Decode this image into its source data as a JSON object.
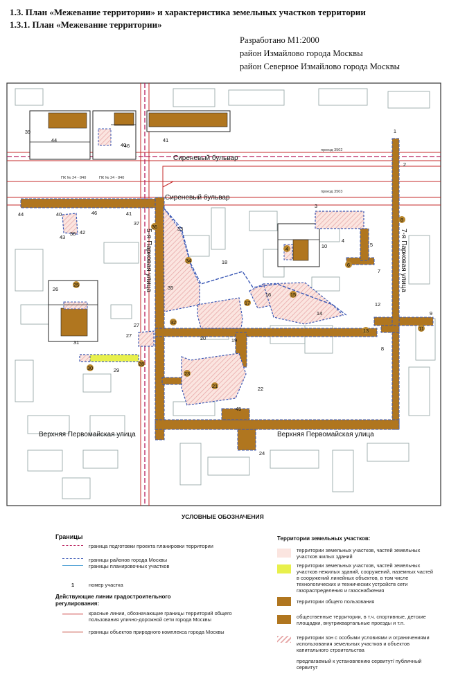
{
  "header": {
    "line1": "1.3. План «Межевание территории» и характеристика земельных участков территории",
    "line2": "1.3.1. План «Межевание территории»",
    "scale": "Разработано М1:2000",
    "district1": "район Измайлово города Москвы",
    "district2": "район Северное Измайлово города Москвы"
  },
  "map": {
    "streets": {
      "sirenevy_top": "Сиреневый бульвар",
      "sirenevy_bottom": "Сиреневый бульвар",
      "park5": "5-я Парковая улица",
      "park7": "7-я Парковая улица",
      "pervomaiskaya_left": "Верхняя Первомайская улица",
      "pervomaiskaya_right": "Верхняя Первомайская улица"
    },
    "small": {
      "proezd1": "проезд 3502",
      "proezd2": "проезд 3503",
      "pk_a": "ПК № 24 - 840",
      "pk_b": "ПК № 24 - 840"
    },
    "parcels": [
      "1",
      "2",
      "3",
      "4",
      "4",
      "5",
      "6",
      "7",
      "8",
      "8",
      "9",
      "10",
      "11",
      "12",
      "13",
      "14",
      "15",
      "16",
      "17",
      "18",
      "19",
      "20",
      "21",
      "22",
      "23",
      "24",
      "25",
      "26",
      "27",
      "27",
      "28",
      "29",
      "30",
      "31",
      "32",
      "33",
      "34",
      "35",
      "36",
      "37",
      "38",
      "39",
      "40",
      "40",
      "41",
      "41",
      "42",
      "43",
      "44",
      "44",
      "45",
      "46",
      "46"
    ]
  },
  "legend": {
    "title": "УСЛОВНЫЕ ОБОЗНАЧЕНИЯ",
    "boundaries_title": "Границы",
    "b1": "граница подготовки проекта планировки территории",
    "b2": "границы районов города Москвы",
    "b3": "границы планировочных участков",
    "num_sample": "1",
    "num_label": "номер участка",
    "lines_title": "Действующие линии градостроительного регулирования:",
    "red1": "красные линии, обозначающие границы территорий общего пользования улично-дорожной сети города Москвы",
    "red2": "границы объектов природного комплекса города Москвы",
    "territories_title": "Территории земельных участков:",
    "t1": "территории земельных участков, частей земельных участков жилых зданий",
    "t2": "территории земельных участков, частей земельных участков нежилых зданий, сооружений, наземных частей в сооружений линейных объектов, в том числе технологических и технических устройств сети газораспределения и газоснабжения",
    "t3": "территории общего пользования",
    "t4": "общественные территории, в т.ч. спортивные, детские площадки, внутриквартальные проезды и т.п.",
    "t5": "территории зон с особыми условиями и ограничениями использования земельных участков и объектов капитального строительства",
    "t6": "предлагаемый к установлению сервитут/ публичный сервитут"
  }
}
